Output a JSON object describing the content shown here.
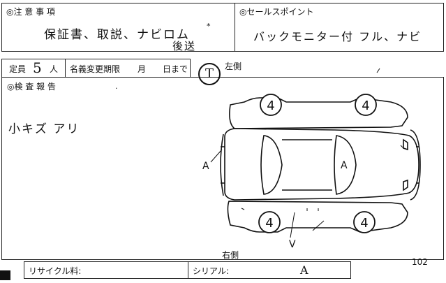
{
  "notes": {
    "heading": "◎注 意 事 項",
    "handwritten_line1": "保証書、取説、ナビロム",
    "handwritten_line2": "後送",
    "mark": "*"
  },
  "sales_point": {
    "heading": "◎セールスポイント",
    "handwritten": "バックモニター付 フル、ナビ"
  },
  "capacity": {
    "label_prefix": "定員",
    "handwritten_count": "5",
    "label_suffix": "人"
  },
  "registration_change": {
    "label": "名義変更期限",
    "month_label": "月",
    "day_label": "日まで"
  },
  "drive_mark": "T",
  "left_side_label": "左側",
  "right_side_label": "右側",
  "inspection": {
    "heading": "◎検 査 報 告",
    "handwritten": "小キズ アリ"
  },
  "diagram": {
    "tread_front_left": "4",
    "tread_rear_left": "4",
    "tread_front_right": "4",
    "tread_rear_right": "4",
    "mark_left_door": "A",
    "mark_windshield": "A",
    "mark_bottom": "V"
  },
  "footer": {
    "recycle_label": "リサイクル料:",
    "serial_label": "シリアル:",
    "serial_mark": "A",
    "page_number": "102"
  }
}
